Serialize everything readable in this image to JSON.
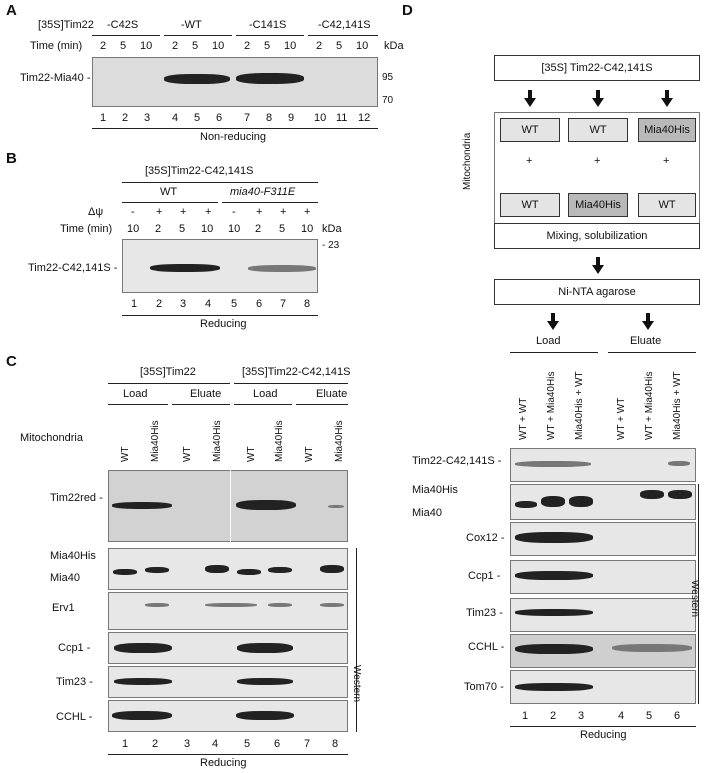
{
  "panelA": {
    "letter": "A",
    "construct": "[35S]Tim22",
    "groups": [
      "-C42S",
      "-WT",
      "-C141S",
      "-C42,141S"
    ],
    "time_label": "Time (min)",
    "times": [
      "2",
      "5",
      "10",
      "2",
      "5",
      "10",
      "2",
      "5",
      "10",
      "2",
      "5",
      "10"
    ],
    "kda": "kDa",
    "markers": [
      "95",
      "70"
    ],
    "row_label": "Tim22-Mia40 -",
    "lanes": [
      "1",
      "2",
      "3",
      "4",
      "5",
      "6",
      "7",
      "8",
      "9",
      "10",
      "11",
      "12"
    ],
    "condition": "Non-reducing"
  },
  "panelB": {
    "letter": "B",
    "construct": "[35S]Tim22-C42,141S",
    "strains": [
      "WT",
      "mia40-F311E"
    ],
    "dpsi_label": "Δψ",
    "dpsi": [
      "-",
      "+",
      "+",
      "+",
      "-",
      "+",
      "+",
      "+"
    ],
    "time_label": "Time (min)",
    "times": [
      "10",
      "2",
      "5",
      "10",
      "10",
      "2",
      "5",
      "10"
    ],
    "kda": "kDa",
    "marker": "- 23",
    "row_label": "Tim22-C42,141S -",
    "lanes": [
      "1",
      "2",
      "3",
      "4",
      "5",
      "6",
      "7",
      "8"
    ],
    "condition": "Reducing"
  },
  "panelC": {
    "letter": "C",
    "constructs": [
      "[35S]Tim22",
      "[35S]Tim22-C42,141S"
    ],
    "fractions": [
      "Load",
      "Eluate",
      "Load",
      "Eluate"
    ],
    "mito_label": "Mitochondria",
    "mito": [
      "WT",
      "Mia40His",
      "WT",
      "Mia40His",
      "WT",
      "Mia40His",
      "WT",
      "Mia40His"
    ],
    "rows": [
      "Tim22red -",
      "Mia40His",
      "Mia40",
      "Erv1",
      "Ccp1 -",
      "Tim23 -",
      "CCHL -"
    ],
    "western": "Western",
    "lanes": [
      "1",
      "2",
      "3",
      "4",
      "5",
      "6",
      "7",
      "8"
    ],
    "condition": "Reducing"
  },
  "panelD": {
    "letter": "D",
    "top_box": "[35S] Tim22-C42,141S",
    "mito_label": "Mitochondria",
    "pairs": [
      {
        "top": "WT",
        "bottom": "WT"
      },
      {
        "top": "WT",
        "bottom": "Mia40His"
      },
      {
        "top": "Mia40His",
        "bottom": "WT"
      }
    ],
    "plus": "+",
    "mixing": "Mixing, solubilization",
    "nita": "Ni-NTA agarose",
    "fractions": [
      "Load",
      "Eluate"
    ],
    "lane_labels": [
      "WT + WT",
      "WT + Mia40His",
      "Mia40His + WT",
      "WT + WT",
      "WT + Mia40His",
      "Mia40His + WT"
    ],
    "rows": [
      "Tim22-C42,141S -",
      "Mia40His",
      "Mia40",
      "Cox12 -",
      "Ccp1 -",
      "Tim23 -",
      "CCHL -",
      "Tom70 -"
    ],
    "western": "Western",
    "lanes": [
      "1",
      "2",
      "3",
      "4",
      "5",
      "6"
    ],
    "condition": "Reducing"
  }
}
